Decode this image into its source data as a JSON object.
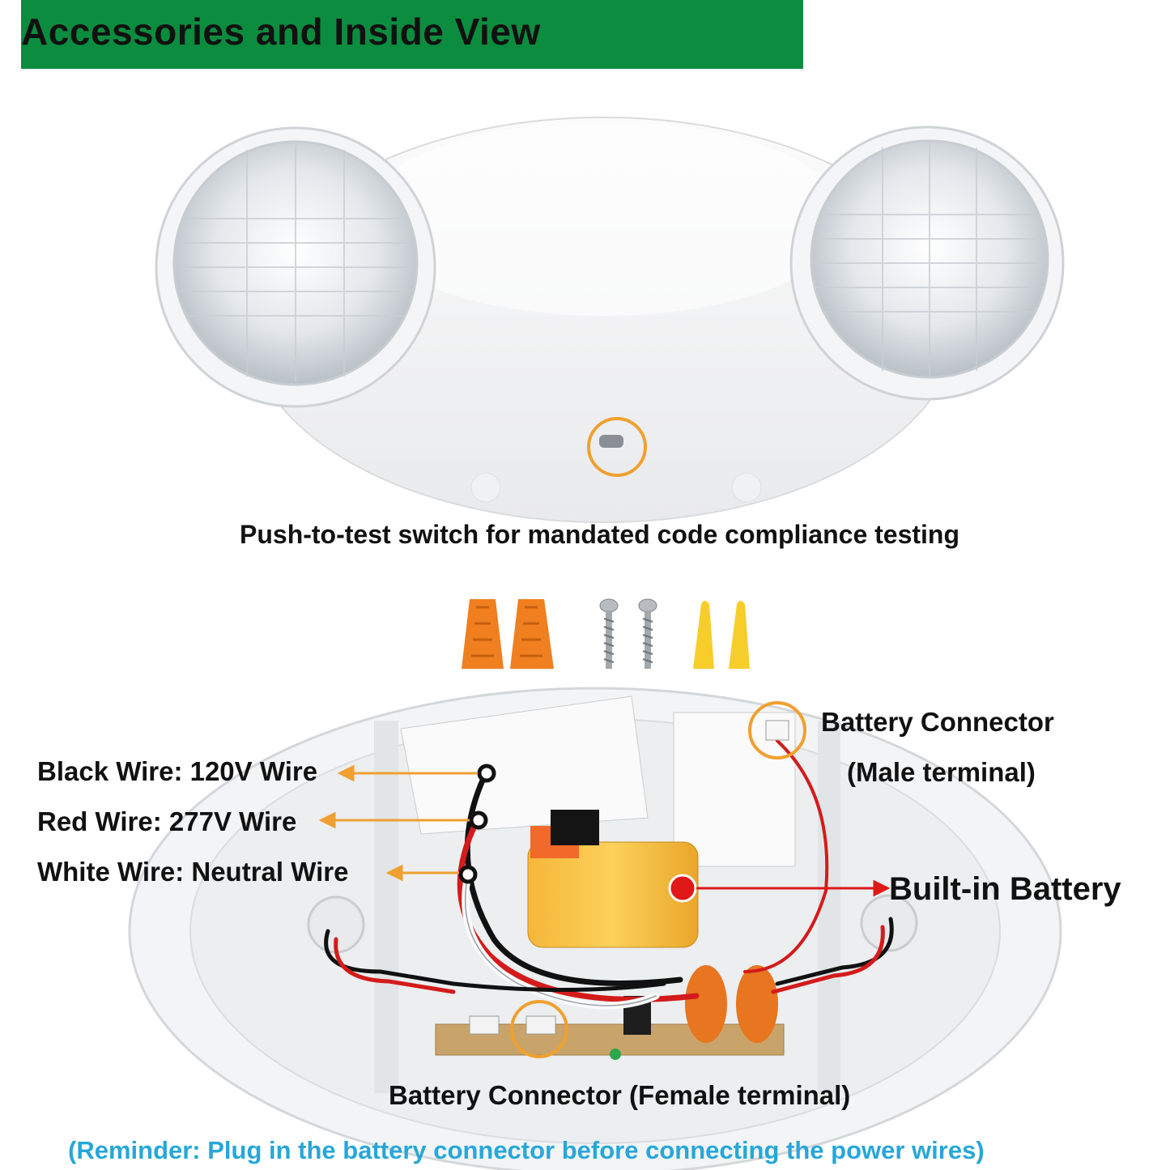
{
  "header": {
    "title": "Accessories and Inside View"
  },
  "top_caption": "Push-to-test switch for mandated code compliance testing",
  "wire_labels": {
    "black": "Black Wire: 120V Wire",
    "red": "Red Wire: 277V Wire",
    "white": "White Wire: Neutral Wire"
  },
  "battery_connector_male": {
    "line1": "Battery Connector",
    "line2": "(Male terminal)"
  },
  "battery_label": "Built-in Battery",
  "battery_connector_female": "Battery Connector (Female terminal)",
  "reminder": "(Reminder: Plug in the battery connector before connecting the power wires)",
  "colors": {
    "header_bg": "#0b8c3f",
    "highlight_orange": "#f0a030",
    "battery_marker_red": "#e01818",
    "reminder_blue": "#27a7d8"
  }
}
